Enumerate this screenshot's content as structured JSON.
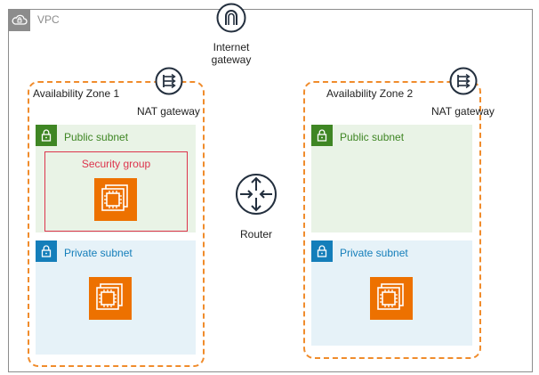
{
  "vpc": {
    "label": "VPC"
  },
  "internet_gateway": {
    "label_line1": "Internet",
    "label_line2": "gateway"
  },
  "router": {
    "label": "Router"
  },
  "az1": {
    "label": "Availability Zone 1",
    "nat_label": "NAT gateway",
    "public_subnet": "Public subnet",
    "security_group": "Security group",
    "private_subnet": "Private subnet"
  },
  "az2": {
    "label": "Availability Zone 2",
    "nat_label": "NAT gateway",
    "public_subnet": "Public subnet",
    "private_subnet": "Private subnet"
  },
  "icons": {
    "vpc": "cloud-lock-icon",
    "internet_gateway": "internet-gateway-icon",
    "nat_gateway": "nat-gateway-icon",
    "router": "router-icon",
    "public_lock": "lock-icon",
    "private_lock": "lock-icon",
    "instance": "ec2-instance-icon"
  },
  "colors": {
    "az_border": "#f08c2c",
    "public_subnet_fill": "#e9f3e6",
    "private_subnet_fill": "#e6f2f8",
    "public_accent": "#3f8624",
    "private_accent": "#147eba",
    "security_group": "#dd344c",
    "instance": "#ed7100",
    "vpc": "#8c8c8c"
  }
}
